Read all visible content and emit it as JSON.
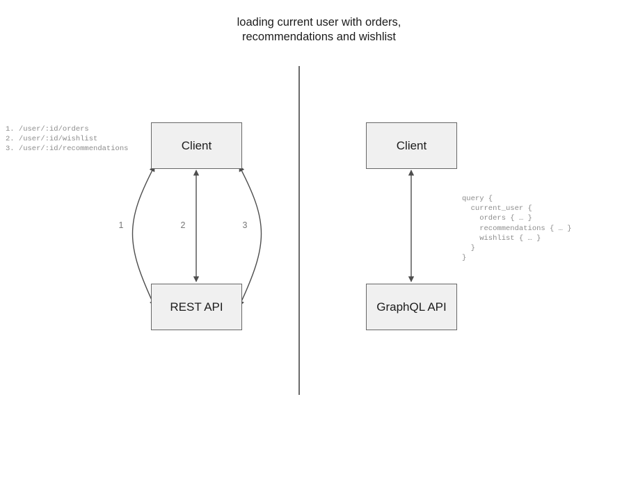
{
  "title": "loading current user with orders,\nrecommendations and wishlist",
  "colors": {
    "node_fill": "#f0f0f0",
    "node_border": "#666666",
    "arrow": "#4d4d4d",
    "divider": "#6a6a6a",
    "code_text": "#8c8c8c",
    "label_text": "#777777"
  },
  "rest_side": {
    "client_label": "Client",
    "api_label": "REST API",
    "endpoints": "1. /user/:id/orders\n2. /user/:id/wishlist\n3. /user/:id/recommendations",
    "arrow_labels": [
      "1",
      "2",
      "3"
    ]
  },
  "graphql_side": {
    "client_label": "Client",
    "api_label": "GraphQL API",
    "query": "query {\n  current_user {\n    orders { … }\n    recommendations { … }\n    wishlist { … }\n  }\n}"
  }
}
